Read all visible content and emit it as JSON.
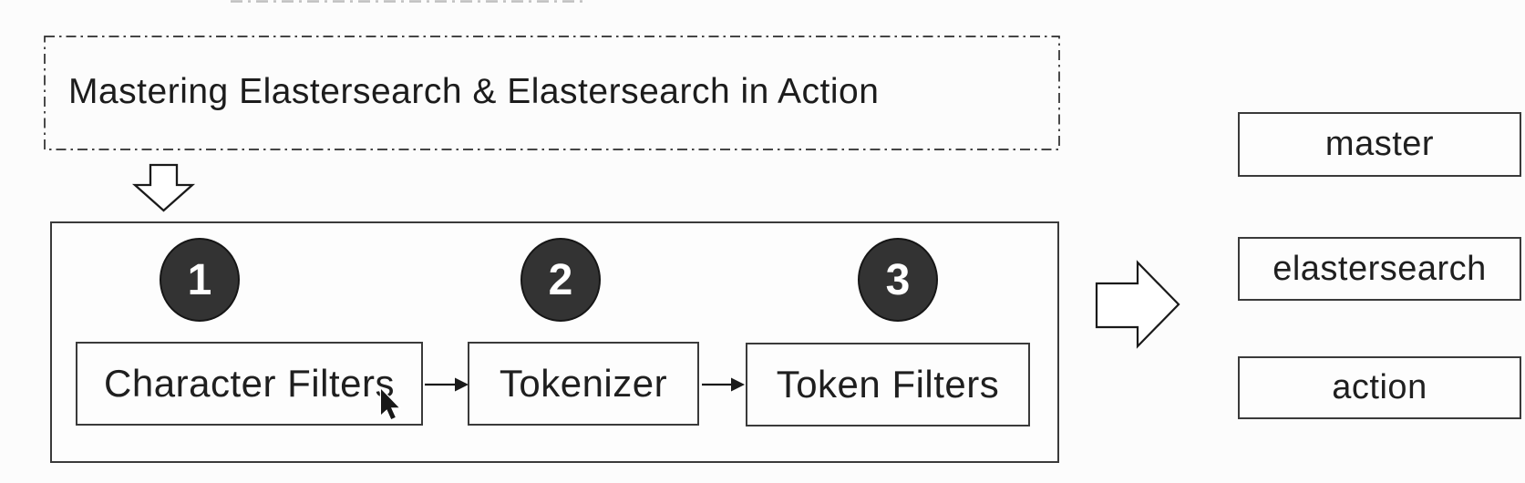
{
  "title_box": {
    "label": "Mastering Elastersearch & Elastersearch in Action"
  },
  "pipeline": {
    "steps": [
      {
        "number": "1",
        "label": "Character Filters"
      },
      {
        "number": "2",
        "label": "Tokenizer"
      },
      {
        "number": "3",
        "label": "Token Filters"
      }
    ]
  },
  "outputs": [
    {
      "label": "master"
    },
    {
      "label": "elastersearch"
    },
    {
      "label": "action"
    }
  ],
  "icons": {
    "down_arrow": "down-block-arrow",
    "flow_arrow_1": "right-arrow",
    "flow_arrow_2": "right-arrow",
    "output_arrow": "right-block-arrow",
    "cursor": "arrow-pointer"
  },
  "colors": {
    "background": "#fcfcfc",
    "box_fill": "#fdfdfd",
    "box_border": "#3a3a3a",
    "dash_border": "#2b2b2b",
    "circle_fill": "#333333",
    "circle_text": "#ffffff",
    "text": "#1f1f1f",
    "arrow_fill": "#ffffff",
    "arrow_stroke": "#1a1a1a"
  }
}
